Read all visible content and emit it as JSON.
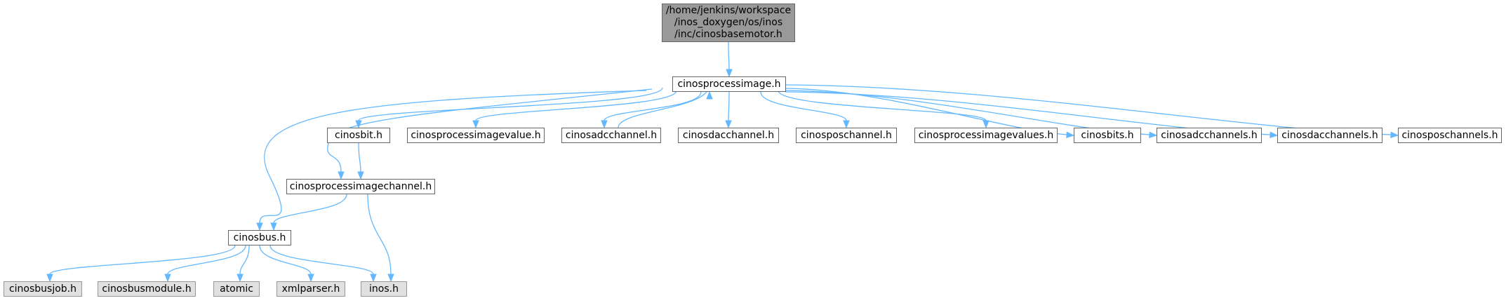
{
  "graph": {
    "edge_color": "#63b8ff",
    "root_fill": "#999999",
    "external_fill": "#e0e0e0",
    "nodes": [
      {
        "id": "root",
        "kind": "root",
        "lines": [
          "/home/jenkins/workspace",
          "/inos_doxygen/os/inos",
          "/inc/cinosbasemotor.h"
        ]
      },
      {
        "id": "cinosprocessimage",
        "kind": "linked",
        "label": "cinosprocessimage.h"
      },
      {
        "id": "cinosbit",
        "kind": "linked",
        "label": "cinosbit.h"
      },
      {
        "id": "cinosprocessimagevalue",
        "kind": "linked",
        "label": "cinosprocessimagevalue.h"
      },
      {
        "id": "cinosadcchannel",
        "kind": "linked",
        "label": "cinosadcchannel.h"
      },
      {
        "id": "cinosdacchannel",
        "kind": "linked",
        "label": "cinosdacchannel.h"
      },
      {
        "id": "cinosposchannel",
        "kind": "linked",
        "label": "cinosposchannel.h"
      },
      {
        "id": "cinosprocessimagevalues",
        "kind": "linked",
        "label": "cinosprocessimagevalues.h"
      },
      {
        "id": "cinosbits",
        "kind": "linked",
        "label": "cinosbits.h"
      },
      {
        "id": "cinosadcchannels",
        "kind": "linked",
        "label": "cinosadcchannels.h"
      },
      {
        "id": "cinosdacchannels",
        "kind": "linked",
        "label": "cinosdacchannels.h"
      },
      {
        "id": "cinosposchannels",
        "kind": "linked",
        "label": "cinosposchannels.h"
      },
      {
        "id": "cinosprocessimagechannel",
        "kind": "linked",
        "label": "cinosprocessimagechannel.h"
      },
      {
        "id": "cinosbus",
        "kind": "linked",
        "label": "cinosbus.h"
      },
      {
        "id": "cinosbusjob",
        "kind": "external",
        "label": "cinosbusjob.h"
      },
      {
        "id": "cinosbusmodule",
        "kind": "external",
        "label": "cinosbusmodule.h"
      },
      {
        "id": "atomic",
        "kind": "external",
        "label": "atomic"
      },
      {
        "id": "xmlparser",
        "kind": "external",
        "label": "xmlparser.h"
      },
      {
        "id": "inos",
        "kind": "external",
        "label": "inos.h"
      }
    ],
    "edges": [
      {
        "from": "root",
        "to": "cinosprocessimage"
      },
      {
        "from": "cinosprocessimage",
        "to": "cinosbus"
      },
      {
        "from": "cinosprocessimage",
        "to": "cinosprocessimagechannel"
      },
      {
        "from": "cinosprocessimage",
        "to": "cinosbit"
      },
      {
        "from": "cinosprocessimage",
        "to": "cinosprocessimagevalue"
      },
      {
        "from": "cinosprocessimage",
        "to": "cinosadcchannel"
      },
      {
        "from": "cinosadcchannel",
        "to": "cinosprocessimage"
      },
      {
        "from": "cinosprocessimage",
        "to": "cinosdacchannel"
      },
      {
        "from": "cinosprocessimage",
        "to": "cinosposchannel"
      },
      {
        "from": "cinosprocessimage",
        "to": "cinosprocessimagevalues"
      },
      {
        "from": "cinosprocessimage",
        "to": "cinosbits"
      },
      {
        "from": "cinosprocessimage",
        "to": "cinosadcchannels"
      },
      {
        "from": "cinosprocessimage",
        "to": "cinosdacchannels"
      },
      {
        "from": "cinosprocessimage",
        "to": "cinosposchannels"
      },
      {
        "from": "cinosbit",
        "to": "cinosprocessimagechannel"
      },
      {
        "from": "cinosprocessimagechannel",
        "to": "cinosbus"
      },
      {
        "from": "cinosprocessimagechannel",
        "to": "inos"
      },
      {
        "from": "cinosbus",
        "to": "cinosbusjob"
      },
      {
        "from": "cinosbus",
        "to": "cinosbusmodule"
      },
      {
        "from": "cinosbus",
        "to": "atomic"
      },
      {
        "from": "cinosbus",
        "to": "xmlparser"
      },
      {
        "from": "cinosbus",
        "to": "inos"
      }
    ]
  }
}
